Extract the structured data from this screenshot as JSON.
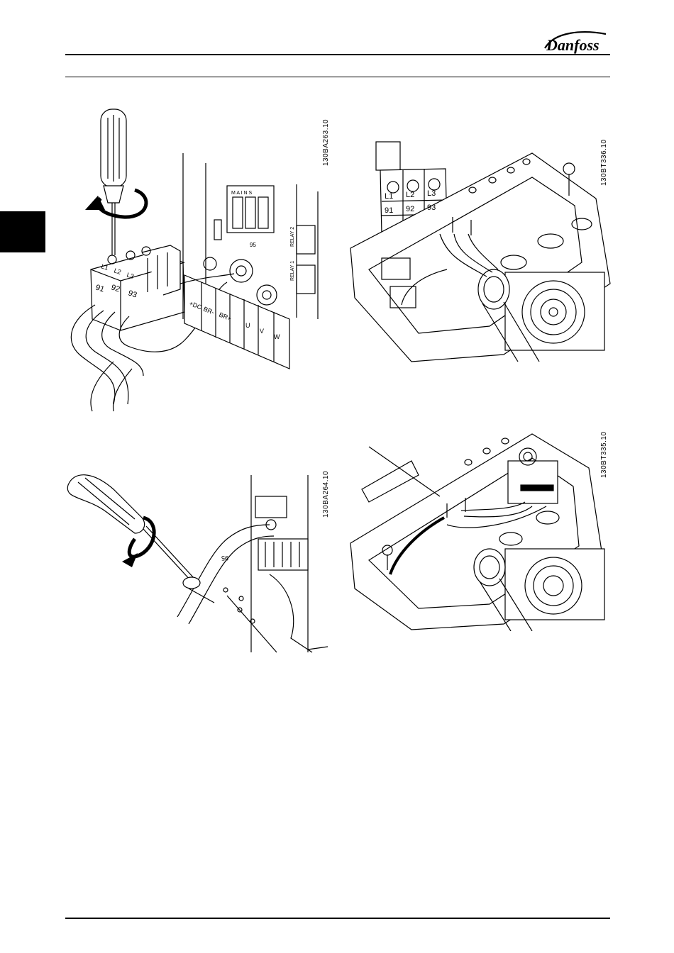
{
  "header": {
    "brand": "Danfoss"
  },
  "figures": [
    {
      "id": "fig1",
      "code": "130BA263.10",
      "labels": {
        "t1": "91",
        "t2": "92",
        "t3": "93",
        "l1": "L1",
        "l2": "L2",
        "l3": "L3",
        "mains": "M A I N S",
        "relay1": "RELAY 1",
        "relay2": "RELAY 2",
        "ground": "95",
        "dc": "+DC",
        "brm": "BR-",
        "brp": "BR+",
        "u": "U",
        "v": "V",
        "w": "W"
      }
    },
    {
      "id": "fig2",
      "code": "130BT336.10",
      "labels": {
        "l1": "L1",
        "l2": "L2",
        "l3": "L3",
        "t1": "91",
        "t2": "92",
        "t3": "93"
      }
    },
    {
      "id": "fig3",
      "code": "130BA264.10",
      "labels": {
        "ground": "95"
      }
    },
    {
      "id": "fig4",
      "code": "130BT335.10",
      "labels": {}
    }
  ]
}
